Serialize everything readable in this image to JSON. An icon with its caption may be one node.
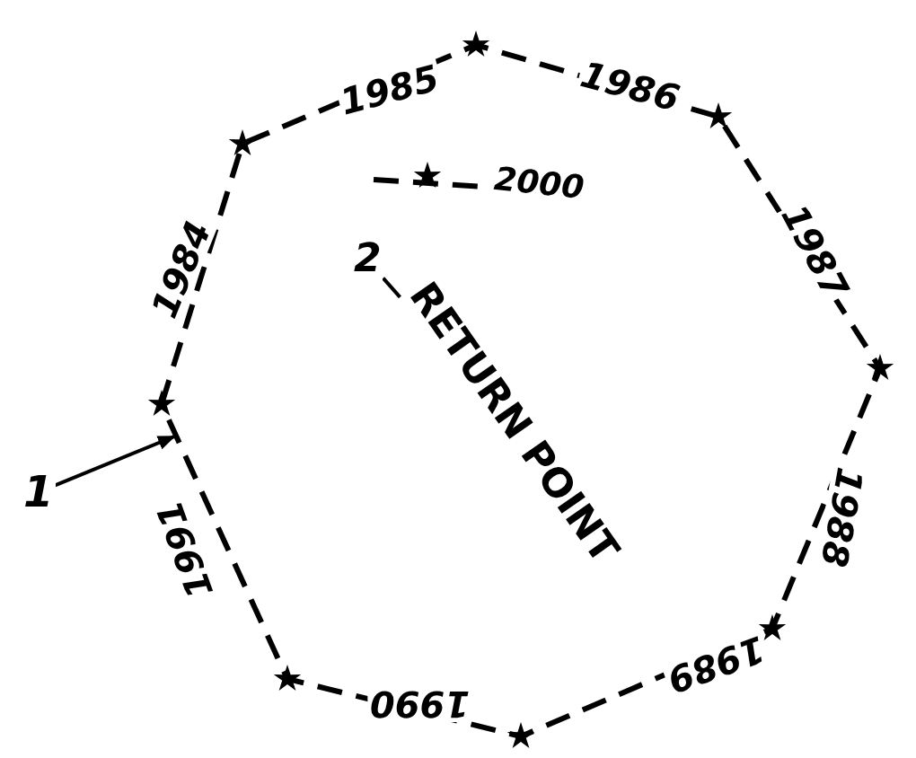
{
  "diagram": {
    "nodes": [
      {
        "text": [
          "1"
        ]
      },
      {
        "text": [
          "2"
        ]
      },
      {
        "text": [
          "RETURN POINT"
        ]
      }
    ],
    "edges": [
      {
        "from": 0,
        "to": null,
        "arrow": "to"
      },
      {
        "from": 1,
        "to": 2,
        "arrow": "none"
      }
    ],
    "labels": [
      "1984",
      "1985",
      "1986",
      "1987",
      "1988",
      "1989",
      "1990",
      "1991",
      "2000"
    ]
  }
}
